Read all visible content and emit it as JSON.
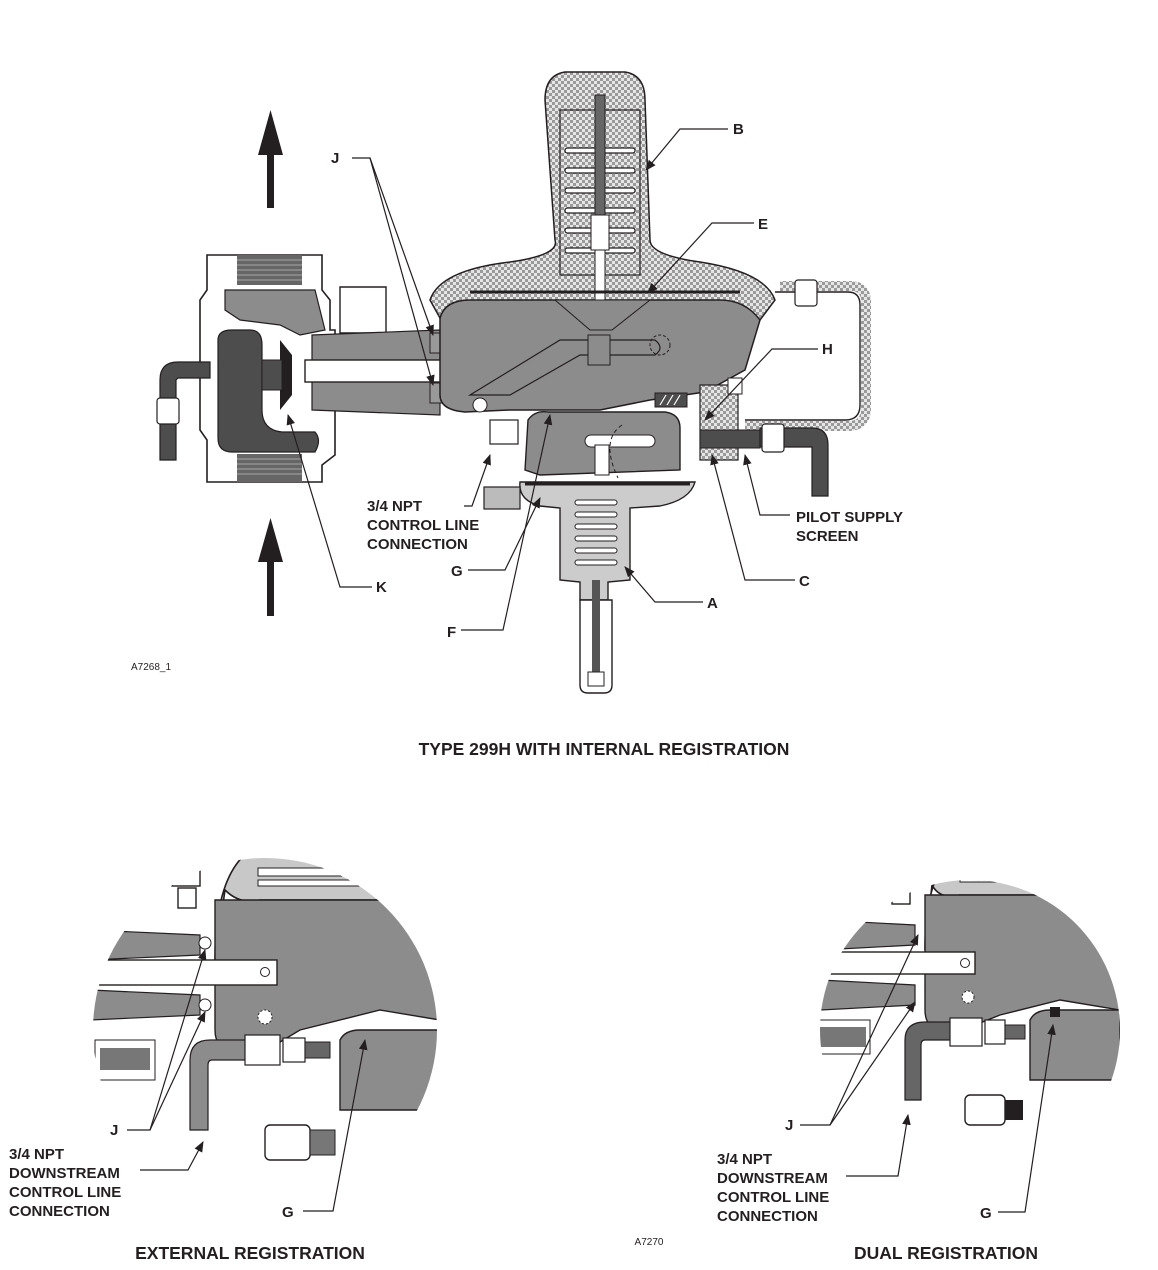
{
  "colors": {
    "ink": "#231f20",
    "body_gray": "#8c8c8c",
    "dark_gray": "#4d4d4d",
    "light_gray": "#c8c8c8",
    "checker_a": "#9a9a9a",
    "checker_b": "#e6e6e6",
    "background": "#ffffff"
  },
  "main_figure": {
    "caption": "TYPE 299H WITH INTERNAL REGISTRATION",
    "figure_id": "A7268_1",
    "flow_arrows": [
      "flow-up-outlet-arrow",
      "flow-up-inlet-arrow"
    ],
    "callouts": {
      "A": "A",
      "B": "B",
      "C": "C",
      "E": "E",
      "F": "F",
      "G": "G",
      "H": "H",
      "J": "J",
      "K": "K"
    },
    "control_line_label": [
      "3/4 NPT",
      "CONTROL LINE",
      "CONNECTION"
    ],
    "pilot_supply_label": [
      "PILOT SUPPLY",
      "SCREEN"
    ]
  },
  "external_detail": {
    "caption": "EXTERNAL REGISTRATION",
    "callout_j": "J",
    "callout_g": "G",
    "downstream_label": [
      "3/4 NPT",
      "DOWNSTREAM",
      "CONTROL LINE",
      "CONNECTION"
    ]
  },
  "dual_detail": {
    "caption": "DUAL REGISTRATION",
    "callout_j": "J",
    "callout_g": "G",
    "downstream_label": [
      "3/4 NPT",
      "DOWNSTREAM",
      "CONTROL LINE",
      "CONNECTION"
    ]
  },
  "bottom_figure_id": "A7270"
}
